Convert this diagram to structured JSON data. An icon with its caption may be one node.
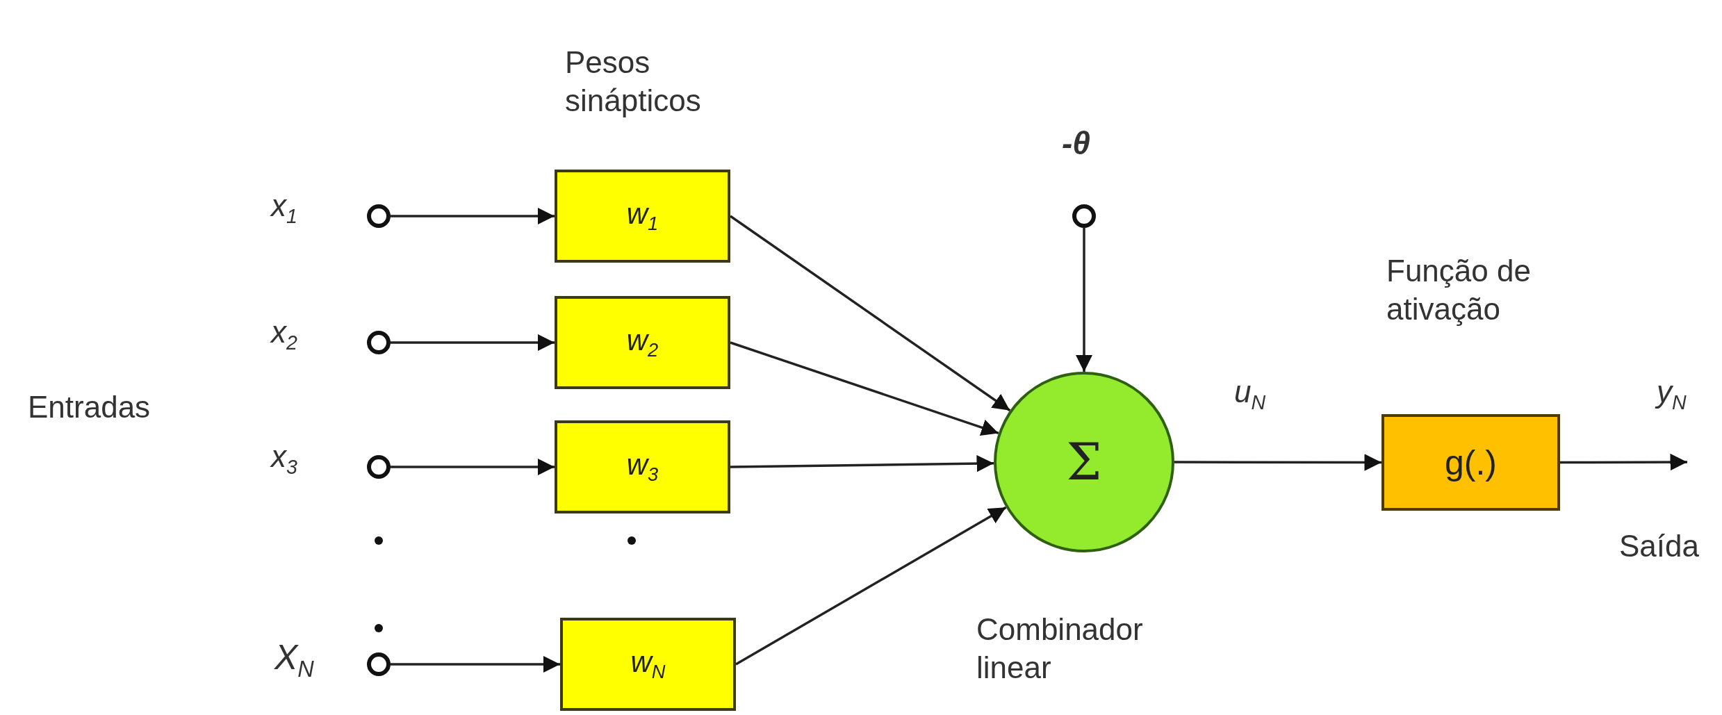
{
  "diagram": {
    "nodes": [
      {
        "text": [],
        "shape": "circle",
        "beside": [
          "x$_{1}$"
        ]
      },
      {
        "text": [],
        "shape": "circle",
        "beside": [
          "x$_{2}$"
        ]
      },
      {
        "text": [],
        "shape": "circle",
        "beside": [
          "x$_{3}$"
        ]
      },
      {
        "text": [],
        "shape": "circle",
        "beside": [
          "X$_{N}$"
        ]
      },
      {
        "text": [
          "w$_{1}$"
        ]
      },
      {
        "text": [
          "w$_{2}$"
        ]
      },
      {
        "text": [
          "w$_{3}$"
        ]
      },
      {
        "text": [
          "w$_{N}$"
        ]
      },
      {
        "text": [],
        "shape": "circle",
        "beside": [
          "-θ"
        ]
      },
      {
        "text": [
          "Σ"
        ],
        "beside": [
          "Combinador linear"
        ]
      },
      {
        "text": [
          "g(.)"
        ],
        "beside": [
          "Função de ativação"
        ]
      }
    ],
    "edges": [
      {
        "from": 0,
        "to": 4,
        "arrow": "to"
      },
      {
        "from": 1,
        "to": 5,
        "arrow": "to"
      },
      {
        "from": 2,
        "to": 6,
        "arrow": "to"
      },
      {
        "from": 3,
        "to": 7,
        "arrow": "to"
      },
      {
        "from": 4,
        "to": 9,
        "arrow": "to"
      },
      {
        "from": 5,
        "to": 9,
        "arrow": "to"
      },
      {
        "from": 6,
        "to": 9,
        "arrow": "to"
      },
      {
        "from": 7,
        "to": 9,
        "arrow": "to"
      },
      {
        "from": 8,
        "to": 9,
        "arrow": "to"
      },
      {
        "from": 9,
        "to": 10,
        "arrow": "to",
        "label": "u$_{N}$"
      },
      {
        "from": 10,
        "to": null,
        "arrow": "to",
        "label": "y$_{N}$"
      }
    ],
    "labels": [
      "Pesos sinápticos",
      "Entradas",
      "Saída"
    ]
  }
}
